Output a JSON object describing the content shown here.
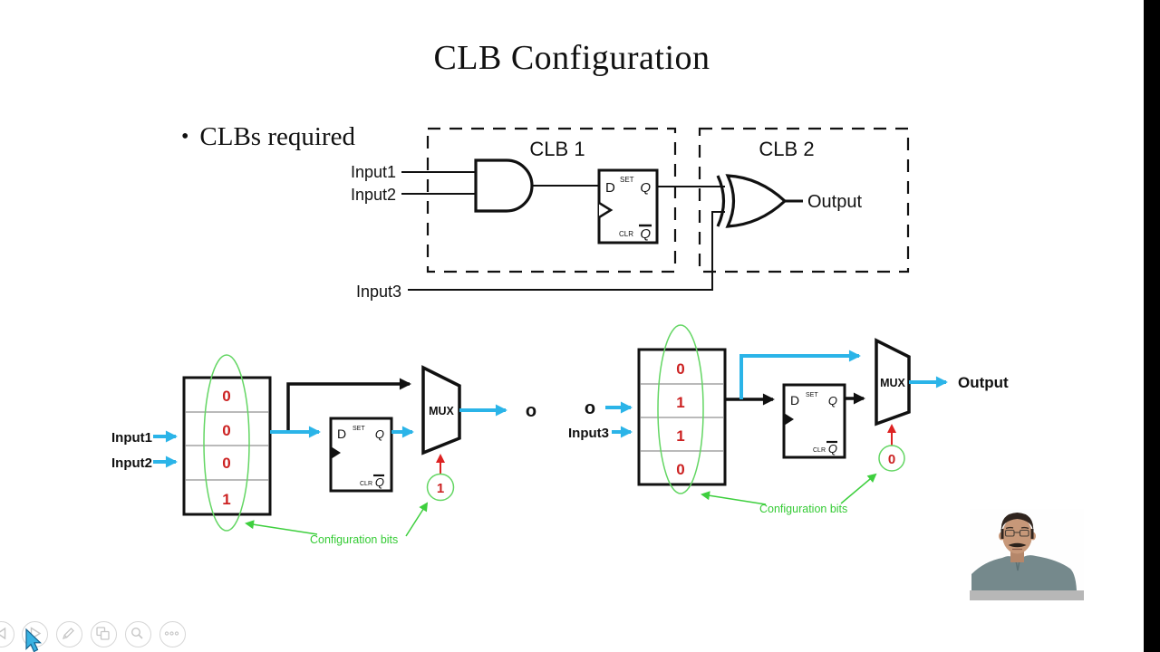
{
  "title": "CLB Configuration",
  "bullet_marker": "•",
  "bullet_text": "CLBs required",
  "top_diagram": {
    "clb1_label": "CLB 1",
    "clb2_label": "CLB 2",
    "input1_label": "Input1",
    "input2_label": "Input2",
    "input3_label": "Input3",
    "output_label": "Output"
  },
  "flip_flop": {
    "d_label": "D",
    "set_label": "SET",
    "q_label": "Q",
    "clr_label": "CLR",
    "qbar_label": "Q"
  },
  "left_clb": {
    "lut_bits": [
      "0",
      "0",
      "0",
      "1"
    ],
    "input1_label": "Input1",
    "input2_label": "Input2",
    "mux_label": "MUX",
    "output_label": "o",
    "mux_config_bit": "1",
    "config_label": "Configuration bits"
  },
  "right_clb": {
    "lut_bits": [
      "0",
      "1",
      "1",
      "0"
    ],
    "input_o_label": "o",
    "input3_label": "Input3",
    "mux_label": "MUX",
    "output_label": "Output",
    "mux_config_bit": "0",
    "config_label": "Configuration bits"
  },
  "toolbar": {
    "buttons": [
      {
        "name": "previous"
      },
      {
        "name": "play"
      },
      {
        "name": "annotate-pen"
      },
      {
        "name": "slides"
      },
      {
        "name": "zoom-search"
      },
      {
        "name": "more-options"
      }
    ]
  },
  "colors": {
    "signal_cyan": "#2bb4e8",
    "bit_red": "#cc2222",
    "annotation_green": "#3ecf3e",
    "ink": "#111111"
  }
}
